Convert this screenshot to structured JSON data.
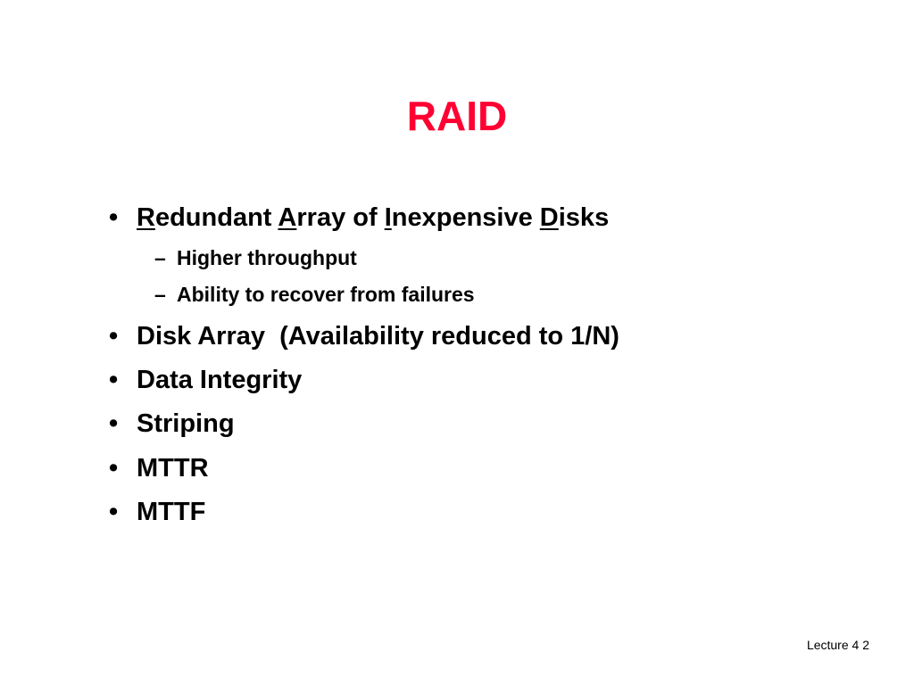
{
  "slide": {
    "title": "RAID",
    "title_color": "#ff0033",
    "footer": "Lecture 4 2",
    "bullet_marker": "•",
    "sub_marker": "–",
    "raid_line": [
      {
        "part": "R",
        "emphasis": "underline"
      },
      {
        "part": "edundant ",
        "emphasis": "none"
      },
      {
        "part": "A",
        "emphasis": "underline"
      },
      {
        "part": "rray of ",
        "emphasis": "none"
      },
      {
        "part": "I",
        "emphasis": "underline"
      },
      {
        "part": "nexpensive ",
        "emphasis": "none"
      },
      {
        "part": "D",
        "emphasis": "underline"
      },
      {
        "part": "isks",
        "emphasis": "none"
      }
    ],
    "sub_bullets": [
      "Higher throughput",
      "Ability to recover from failures"
    ],
    "bullets": [
      "Disk Array  (Availability reduced to 1/N)",
      "Data Integrity",
      "Striping",
      "MTTR",
      "MTTF"
    ]
  }
}
